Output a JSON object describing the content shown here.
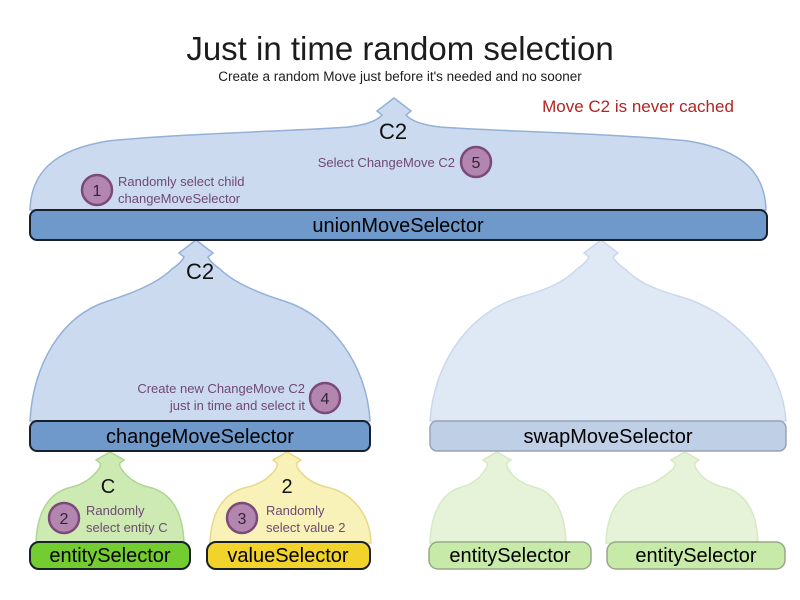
{
  "title": "Just in time random selection",
  "subtitle": "Create a random Move just before it's needed and no sooner",
  "note": "Move C2 is never cached",
  "labels": {
    "union_selector": "unionMoveSelector",
    "change_selector": "changeMoveSelector",
    "swap_selector": "swapMoveSelector",
    "entity_selector": "entitySelector",
    "value_selector": "valueSelector",
    "entity_selector_faded_left": "entitySelector",
    "entity_selector_faded_right": "entitySelector",
    "move_c2_top": "C2",
    "move_c2_mid": "C2",
    "entity_c": "C",
    "value_2": "2"
  },
  "steps": [
    {
      "num": "1",
      "line1": "Randomly select child",
      "line2": "changeMoveSelector"
    },
    {
      "num": "2",
      "line1": "Randomly",
      "line2": "select entity C"
    },
    {
      "num": "3",
      "line1": "Randomly",
      "line2": "select value 2"
    },
    {
      "num": "4",
      "line1": "Create new ChangeMove C2",
      "line2": "just in time and select it"
    },
    {
      "num": "5",
      "line1": "Select ChangeMove C2"
    }
  ],
  "colors": {
    "note_red": "#b32424",
    "mound_blue_fill": "#cbdaef",
    "mound_blue_stroke": "#93b1d7",
    "mound_blue_faded_fill": "#dfe8f5",
    "mound_blue_faded_stroke": "#cbd8ec",
    "bar_blue_fill": "#6f99ca",
    "bar_dark_stroke": "#1a2029",
    "bar_blue_faded_fill": "#bfcfe5",
    "bar_blue_faded_stroke": "#98a3b3",
    "mound_green_fill": "#cdeab2",
    "mound_green_stroke": "#aed693",
    "mound_yellow_fill": "#f8f2b8",
    "mound_yellow_stroke": "#e7d98a",
    "mound_green_faded_fill": "#e6f3d8",
    "mound_green_faded_stroke": "#d5e9c3",
    "bar_green_fill": "#74cd30",
    "bar_yellow_fill": "#f1d32b",
    "bar_green_faded_fill": "#c8eaa8",
    "bar_green_faded_stroke": "#97a886",
    "badge_fill": "#b286ae",
    "badge_stroke": "#7c4a79",
    "badge_text": "#33243a",
    "step_text": "#6e4a72",
    "faded_text": "#8f9598"
  }
}
